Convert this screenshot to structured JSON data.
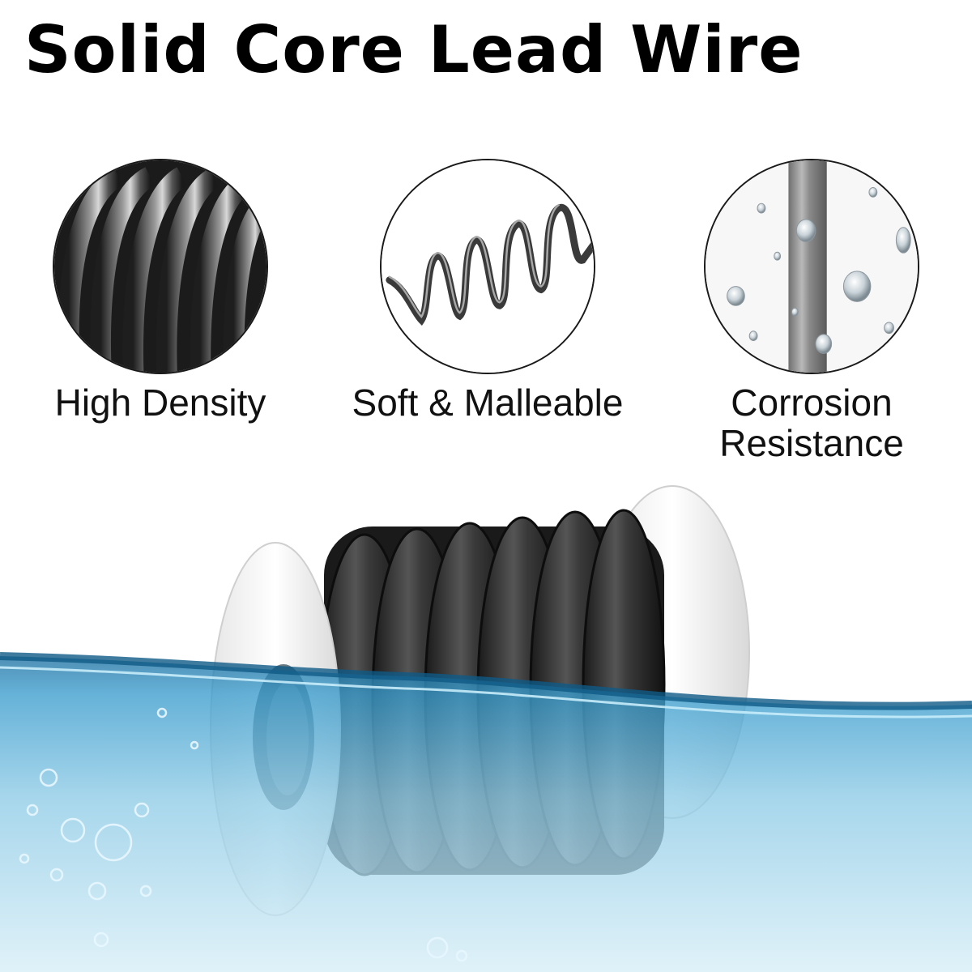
{
  "title": "Solid Core Lead Wire",
  "features": [
    {
      "label": "High Density",
      "icon": "coiled-wire-closeup"
    },
    {
      "label": "Soft & Malleable",
      "icon": "spring-wire"
    },
    {
      "label": "Corrosion Resistance",
      "icon": "wet-wire-with-droplets"
    }
  ],
  "colors": {
    "wire": "#2b2b2b",
    "water": "#2b8fc4",
    "water_light": "#bfe3f1",
    "spool": "#f2f2f2"
  }
}
